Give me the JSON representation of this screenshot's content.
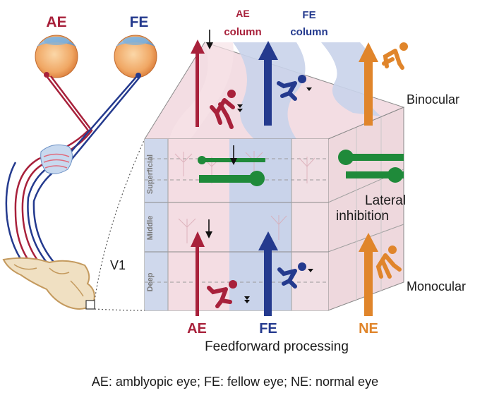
{
  "eyes": {
    "ae_label": "AE",
    "fe_label": "FE"
  },
  "columns": {
    "ae_line1": "AE",
    "ae_line2": "column",
    "fe_line1": "FE",
    "fe_line2": "column"
  },
  "layers": [
    "Superficial",
    "Middle",
    "Deep"
  ],
  "labels": {
    "binocular": "Binocular",
    "lateral_line1": "Lateral",
    "lateral_line2": "inhibition",
    "monocular": "Monocular",
    "v1": "V1",
    "feedforward": "Feedforward processing",
    "arrow_ae": "AE",
    "arrow_fe": "FE",
    "arrow_ne": "NE"
  },
  "caption": "AE: amblyopic eye; FE: fellow eye; NE: normal eye",
  "colors": {
    "ae": "#a8213b",
    "fe": "#243a8e",
    "ne": "#e0852b",
    "inhibition": "#1f8a3a",
    "ae_tint": "#f4d4dc",
    "fe_tint": "#c9d3ea"
  },
  "icons": [
    "eye-ae",
    "eye-fe",
    "stick-figure-ae",
    "stick-figure-fe",
    "stick-figure-ne",
    "downward-arrow"
  ]
}
